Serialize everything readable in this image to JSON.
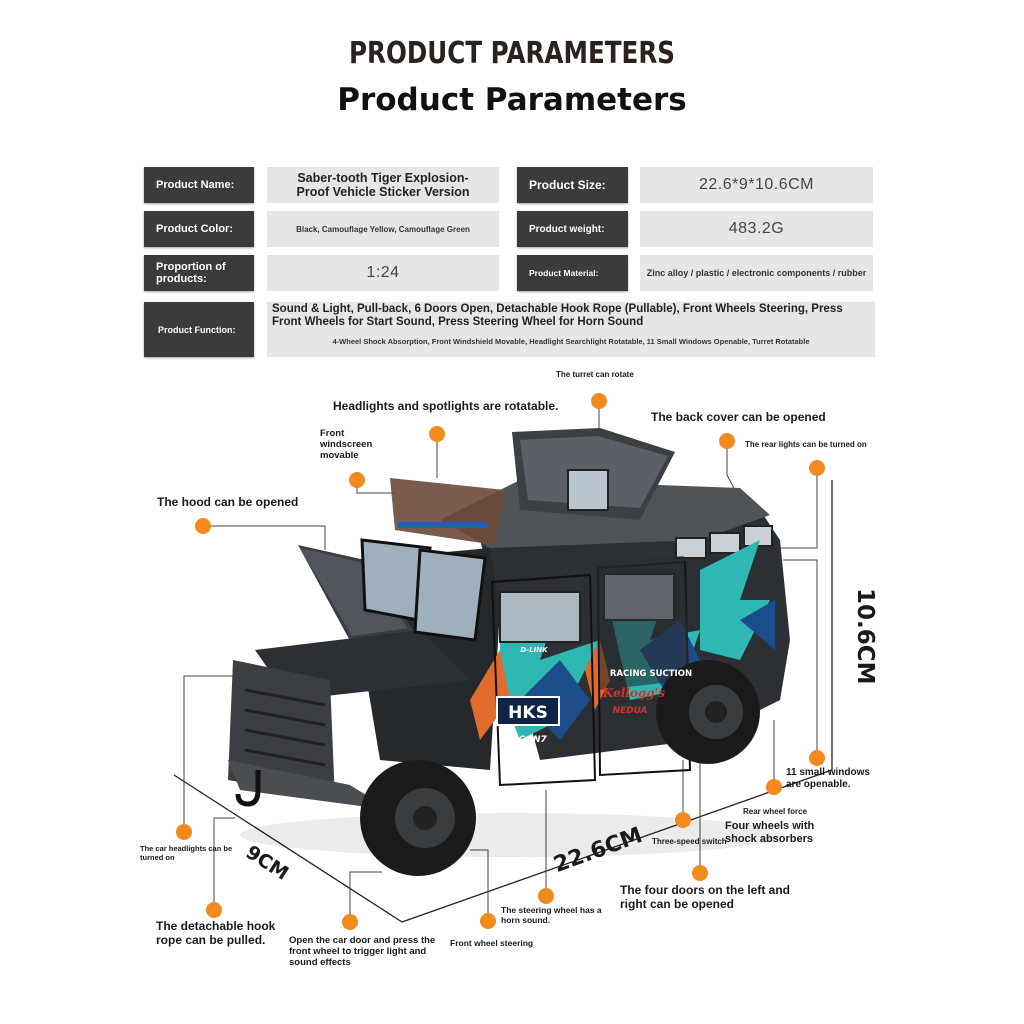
{
  "header": {
    "title_top": "PRODUCT PARAMETERS",
    "title_main": "Product Parameters"
  },
  "params": {
    "name_label": "Product Name:",
    "name_value": "Saber-tooth Tiger Explosion-Proof Vehicle Sticker Version",
    "size_label": "Product Size:",
    "size_value": "22.6*9*10.6CM",
    "color_label": "Product Color:",
    "color_value": "Black, Camouflage Yellow, Camouflage Green",
    "weight_label": "Product weight:",
    "weight_value": "483.2G",
    "proportion_label": "Proportion of products:",
    "proportion_value": "1:24",
    "material_label": "Product Material:",
    "material_value": "Zinc alloy / plastic / electronic components / rubber",
    "function_label": "Product Function:",
    "function_main": "Sound & Light, Pull-back, 6 Doors Open, Detachable Hook Rope (Pullable), Front Wheels Steering, Press Front Wheels for Start Sound, Press Steering Wheel for Horn Sound",
    "function_extra": "4-Wheel Shock Absorption, Front Windshield Movable, Headlight Searchlight Rotatable, 11 Small Windows Openable, Turret Rotatable"
  },
  "annotations": {
    "turret": "The turret can rotate",
    "headlights_spot": "Headlights and spotlights are rotatable.",
    "back_cover": "The back cover can be opened",
    "rear_lights": "The rear lights can be turned on",
    "windscreen": "Front windscreen movable",
    "hood": "The hood can be opened",
    "small_windows": "11 small windows are openable.",
    "rear_wheel": "Rear wheel force",
    "shock": "Four wheels with shock absorbers",
    "three_speed": "Three-speed switch",
    "headlights_on": "The car headlights can be turned on",
    "hook": "The detachable hook rope can be pulled.",
    "four_doors": "The four doors on the left and right can be opened",
    "steering_horn": "The steering wheel has a horn sound.",
    "door_press": "Open the car door and press the front wheel to trigger light and sound effects",
    "front_steer": "Front wheel steering"
  },
  "dimensions": {
    "height": "10.6CM",
    "length": "22.6CM",
    "width": "9CM"
  },
  "vehicle_decals": {
    "brand": "HKS",
    "racing": "RACING SUCTION",
    "kelloggs": "Kellogg's",
    "nedua": "NEDUA",
    "fcon": "F-CON7",
    "link": "D-LINK"
  },
  "colors": {
    "dot": "#f38a1d",
    "label_bg": "#3b3b3b",
    "value_bg": "#e6e6e6"
  }
}
